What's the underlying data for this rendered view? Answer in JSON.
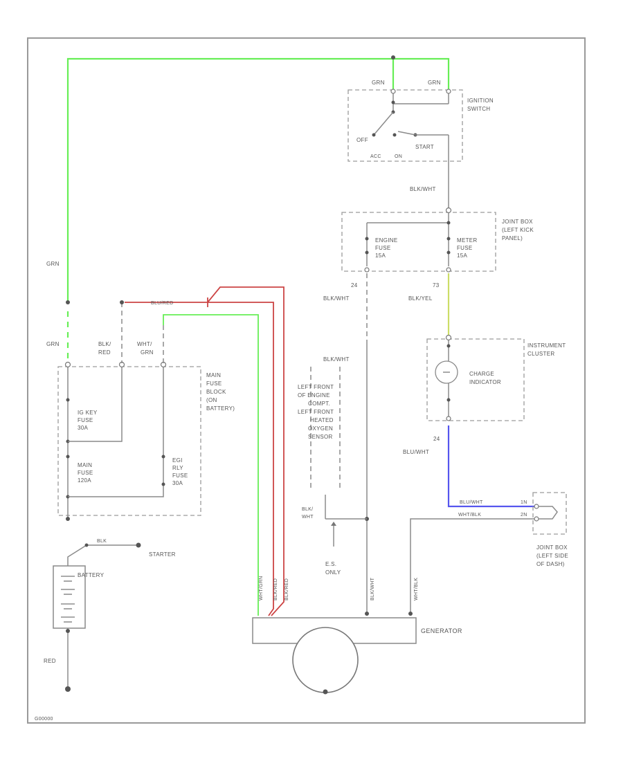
{
  "labels": {
    "grn_left_top": "GRN",
    "grn_left_lower": "GRN",
    "grn_ign_left": "GRN",
    "grn_ign_right": "GRN",
    "ignition_switch": [
      "IGNITION",
      "SWITCH"
    ],
    "off": "OFF",
    "start": "START",
    "acc": "ACC",
    "on": "ON",
    "blk_wht_1": "BLK/WHT",
    "joint_box_left_kick": [
      "JOINT BOX",
      "(LEFT KICK",
      "PANEL)"
    ],
    "engine_fuse": [
      "ENGINE",
      "FUSE",
      "15A"
    ],
    "meter_fuse": [
      "METER",
      "FUSE",
      "15A"
    ],
    "pin_24": "24",
    "blk_wht_2": "BLK/WHT",
    "pin_73": "73",
    "blk_yel": "BLK/YEL",
    "blk_wht_3": "BLK/WHT",
    "blu_red": "BLU/RED",
    "blk_red": [
      "BLK/",
      "RED"
    ],
    "wht_grn": [
      "WHT/",
      "GRN"
    ],
    "main_fuse_block": [
      "MAIN",
      "FUSE",
      "BLOCK",
      "(ON",
      "BATTERY)"
    ],
    "fuse_ig_key": [
      "IG KEY",
      "FUSE",
      "30A"
    ],
    "fuse_main": [
      "MAIN",
      "FUSE",
      "120A"
    ],
    "fuse_egi": [
      "EGI",
      "RLY",
      "FUSE",
      "30A"
    ],
    "left_front_engine": [
      "LEFT FRONT",
      "OF ENGINE",
      "COMPT.",
      "LEFT FRONT",
      "HEATED",
      "OXYGEN",
      "SENSOR"
    ],
    "instrument_cluster": [
      "INSTRUMENT",
      "CLUSTER"
    ],
    "charge_indicator": [
      "CHARGE",
      "INDICATOR"
    ],
    "pin_24b": "24",
    "blu_wht": "BLU/WHT",
    "blu_wht_b": "BLU/WHT",
    "wht_blk": "WHT/BLK",
    "pin_1n": "1N",
    "pin_2n": "2N",
    "joint_box_dash": [
      "JOINT BOX",
      "(LEFT SIDE",
      "OF DASH)"
    ],
    "blk_wht_es": [
      "BLK/",
      "WHT"
    ],
    "es_only": [
      "E.S.",
      "ONLY"
    ],
    "vert_wht_grn": "WHT/GRN",
    "vert_blk_red_1": "BLK/RED",
    "vert_blk_red_2": "BLK/RED",
    "vert_blk_wht": "BLK/WHT",
    "vert_wht_blk": "WHT/BLK",
    "blk": "BLK",
    "starter": "STARTER",
    "battery": "BATTERY",
    "generator": "GENERATOR",
    "red": "RED",
    "footer": "G00000"
  },
  "colors": {
    "green_wire": "#66ee55",
    "red_wire": "#cc4444",
    "yellow_wire": "#ccdd66",
    "blue_wire": "#5555ee",
    "gray_wire": "#8a8a8a"
  }
}
